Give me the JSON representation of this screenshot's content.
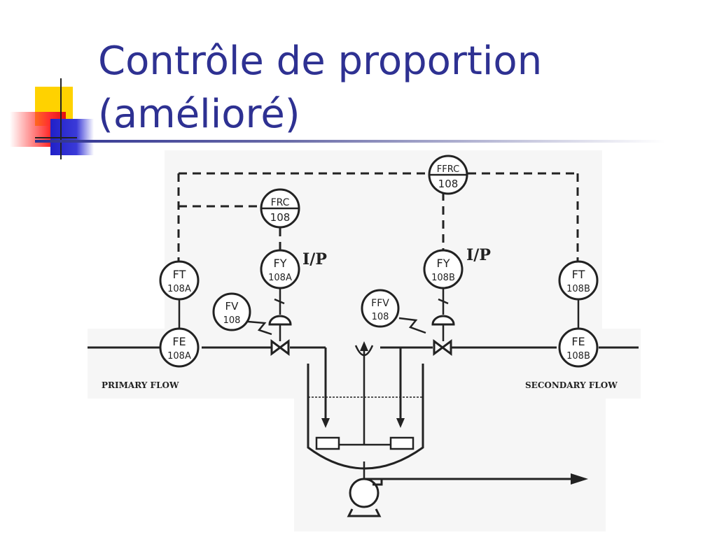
{
  "title": {
    "line1": "Contrôle de proportion",
    "line2": "(amélioré)"
  },
  "colors": {
    "title": "#2e3192",
    "accent_yellow": "#ffd200",
    "accent_red": "#ff3030",
    "accent_blue": "#2020c8"
  },
  "diagram": {
    "instruments": {
      "ffrc": {
        "tag": "FFRC",
        "num": "108"
      },
      "frc": {
        "tag": "FRC",
        "num": "108"
      },
      "fya": {
        "tag": "FY",
        "num": "108A"
      },
      "fyb": {
        "tag": "FY",
        "num": "108B"
      },
      "fta": {
        "tag": "FT",
        "num": "108A"
      },
      "ftb": {
        "tag": "FT",
        "num": "108B"
      },
      "fea": {
        "tag": "FE",
        "num": "108A"
      },
      "feb": {
        "tag": "FE",
        "num": "108B"
      },
      "fv": {
        "tag": "FV",
        "num": "108"
      },
      "ffv": {
        "tag": "FFV",
        "num": "108"
      }
    },
    "ip_left": "I/P",
    "ip_right": "I/P",
    "primary_flow": "PRIMARY FLOW",
    "secondary_flow": "SECONDARY FLOW"
  }
}
